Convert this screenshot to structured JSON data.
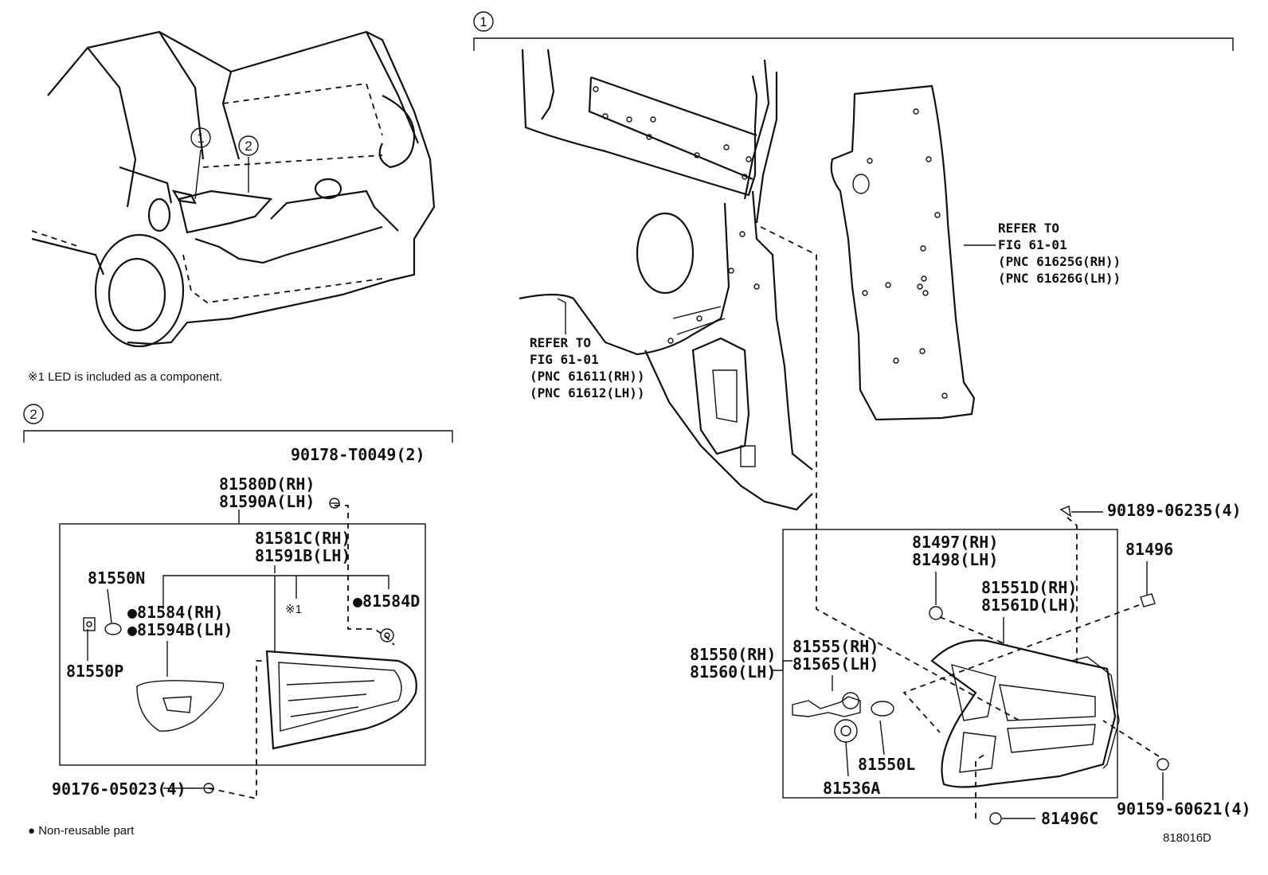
{
  "callouts": {
    "one": "1",
    "two": "2"
  },
  "notes": {
    "led_note": "※1 LED is included as a component.",
    "nonreusable_note": "● Non-reusable part",
    "diagram_code": "818016D",
    "asterisk_mark": "※1"
  },
  "references": {
    "quarter_panel": [
      "REFER TO",
      "FIG 61-01",
      "(PNC 61611(RH))",
      "(PNC 61612(LH))"
    ],
    "inner_panel": [
      "REFER TO",
      "FIG 61-01",
      "(PNC 61625G(RH))",
      "(PNC 61626G(LH))"
    ]
  },
  "parts_box2": {
    "p90178": "90178-T0049(2)",
    "p81580D": "81580D(RH)",
    "p81590A": "81590A(LH)",
    "p81581C": "81581C(RH)",
    "p81591B": "81591B(LH)",
    "p81550N": "81550N",
    "p81584": "●81584(RH)",
    "p81594B": "●81594B(LH)",
    "p81584D": "●81584D",
    "p81550P": "81550P",
    "p90176": "90176-05023(4)"
  },
  "parts_box1": {
    "p90189": "90189-06235(4)",
    "p81496": "81496",
    "p81497": "81497(RH)",
    "p81498": "81498(LH)",
    "p81551D": "81551D(RH)",
    "p81561D": "81561D(LH)",
    "p81550": "81550(RH)",
    "p81560": "81560(LH)",
    "p81555": "81555(RH)",
    "p81565": "81565(LH)",
    "p81550L": "81550L",
    "p81536A": "81536A",
    "p90159": "90159-60621(4)",
    "p81496C": "81496C"
  }
}
